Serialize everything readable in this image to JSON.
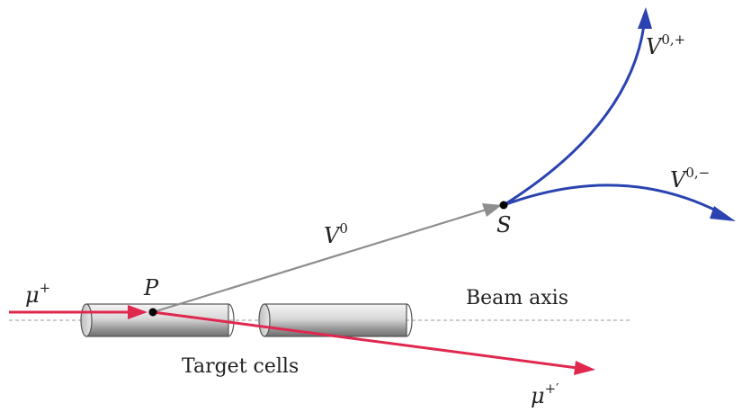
{
  "labels": {
    "beam_axis": "Beam axis",
    "target_cells": "Target cells",
    "incoming_muon_base": "μ",
    "incoming_muon_sup": "+",
    "scattered_muon_base": "μ",
    "scattered_muon_sup": "+′",
    "primary_vertex": "P",
    "secondary_vertex": "S",
    "v0_base": "V",
    "v0_sup": "0",
    "v0_plus_base": "V",
    "v0_plus_sup": "0,+",
    "v0_minus_base": "V",
    "v0_minus_sup": "0,−"
  },
  "colors": {
    "muon": "#e0284f",
    "v0_track": "#8e8e8e",
    "decay_products": "#2a43b0",
    "beam_axis": "#9a9a9a",
    "cell_fill": "#dcdcdc",
    "cell_edge": "#555555",
    "vertex": "#000000"
  }
}
